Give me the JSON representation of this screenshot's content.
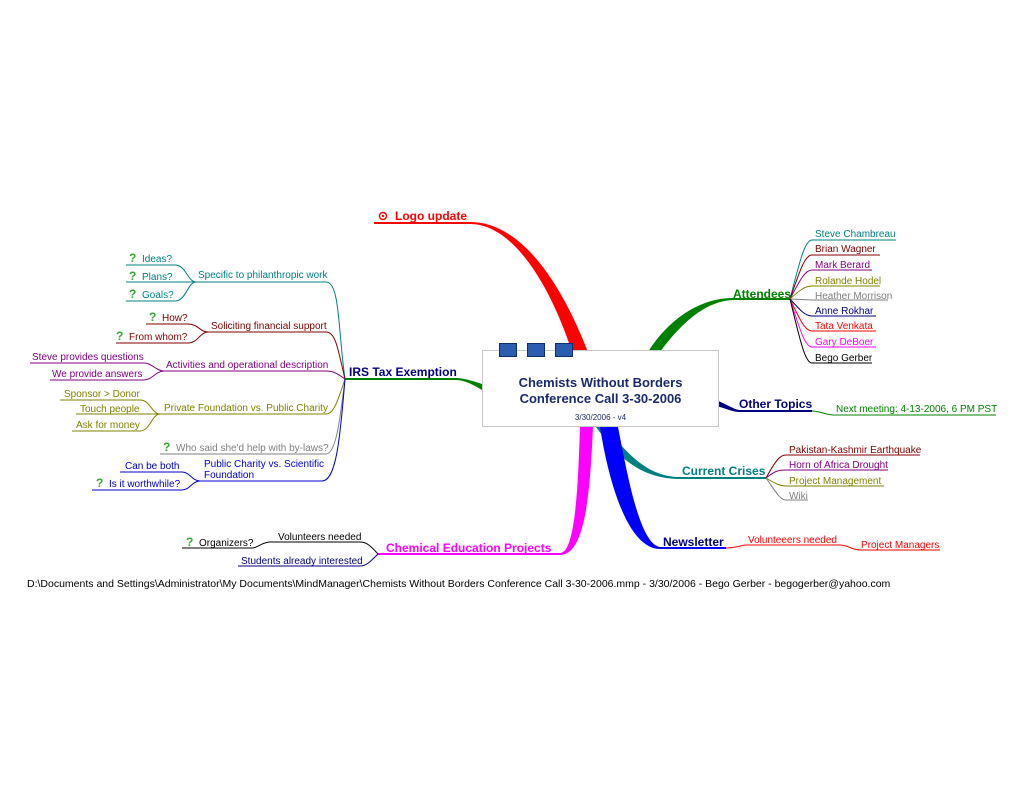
{
  "center": {
    "title_line1": "Chemists Without Borders",
    "title_line2": "Conference Call 3-30-2006",
    "subtitle": "3/30/2006 - v4"
  },
  "logo_update": {
    "label": "Logo update",
    "color": "#ff0000"
  },
  "attendees": {
    "label": "Attendees",
    "color": "#008000",
    "people": [
      "Steve Chambreau",
      "Brian Wagner",
      "Mark Berard",
      "Rolande Hodel",
      "Heather Morrison",
      "Anne Rokhar",
      "Tata Venkata",
      "Gary DeBoer",
      "Bego Gerber"
    ]
  },
  "other_topics": {
    "label": "Other Topics",
    "next_meeting": "Next meeting: 4-13-2006, 6 PM PST",
    "color": "#000080"
  },
  "current_crises": {
    "label": "Current Crises",
    "items": [
      "Pakistan-Kashmir Earthquake",
      "Horn of Africa Drought",
      "Project Management",
      "Wiki"
    ]
  },
  "newsletter": {
    "label": "Newsletter",
    "volunteers": "Volunteeers needed",
    "managers": "Project Managers"
  },
  "chem_ed": {
    "label": "Chemical Education Projects",
    "volunteers": "Volunteers needed",
    "organizers": "Organizers?",
    "students": "Students already interested"
  },
  "irs": {
    "label": "IRS Tax Exemption",
    "philanthropic": {
      "label": "Specific to philanthropic work",
      "items": [
        "Ideas?",
        "Plans?",
        "Goals?"
      ]
    },
    "soliciting": {
      "label": "Soliciting financial support",
      "items": [
        "How?",
        "From whom?"
      ]
    },
    "activities": {
      "label": "Activities and operational description",
      "items": [
        "Steve provides questions",
        "We provide answers"
      ]
    },
    "private": {
      "label": "Private Foundation vs. Public Charity",
      "items": [
        "Sponsor > Donor",
        "Touch people",
        "Ask for money"
      ]
    },
    "bylaws": "Who said she'd help with by-laws?",
    "public_line1": "Public Charity vs. Scientific",
    "public_line2": "Foundation",
    "public_items": [
      "Can be both",
      "Is it worthwhile?"
    ]
  },
  "footer": "D:\\Documents and Settings\\Administrator\\My Documents\\MindManager\\Chemists Without Borders Conference Call 3-30-2006.mmp - 3/30/2006 - Bego Gerber - begogerber@yahoo.com"
}
